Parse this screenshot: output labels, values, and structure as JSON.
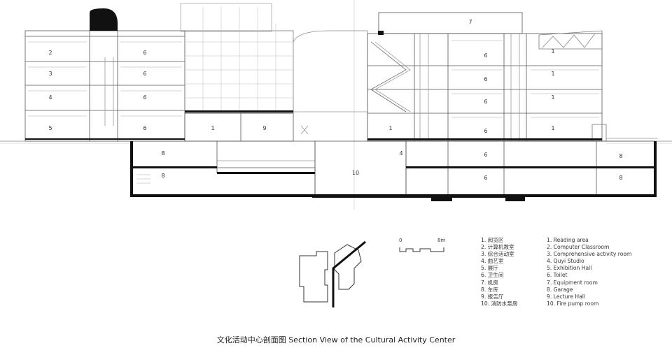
{
  "rooms": [
    {
      "n": "1",
      "cn": "阅览区",
      "en": "Reading area"
    },
    {
      "n": "2",
      "cn": "计算机教室",
      "en": "Computer Classroom"
    },
    {
      "n": "3",
      "cn": "综合活动室",
      "en": "Comprehensive activity room"
    },
    {
      "n": "4",
      "cn": "曲艺室",
      "en": "Quyi Studio"
    },
    {
      "n": "5",
      "cn": "展厅",
      "en": "Exhibition Hall"
    },
    {
      "n": "6",
      "cn": "卫生间",
      "en": "Toilet"
    },
    {
      "n": "7",
      "cn": "机房",
      "en": "Equipment room"
    },
    {
      "n": "8",
      "cn": "车库",
      "en": "Garage"
    },
    {
      "n": "9",
      "cn": "报告厅",
      "en": "Lecture Hall"
    },
    {
      "n": "10",
      "cn": "消防水泵房",
      "en": "Fire pump room"
    }
  ],
  "legend_cn": [
    "1. 阅览区",
    "2. 计算机教室",
    "3. 综合活动室",
    "4. 曲艺室",
    "5. 展厅",
    "6. 卫生间",
    "7. 机房",
    "8. 车库",
    "9. 报告厅",
    "10. 消防水泵房"
  ],
  "legend_en": [
    "1. Reading area",
    "2. Computer Classroom",
    "3. Comprehensive activity room",
    "4. Quyi Studio",
    "5. Exhibition Hall",
    "6. Toilet",
    "7. Equipment room",
    "8. Garage",
    "9. Lecture Hall",
    "10. Fire pump room"
  ],
  "scale_bar": {
    "start": "0",
    "end": "8m"
  },
  "caption": "文化活动中心剖面图 Section View of the Cultural Activity Center"
}
